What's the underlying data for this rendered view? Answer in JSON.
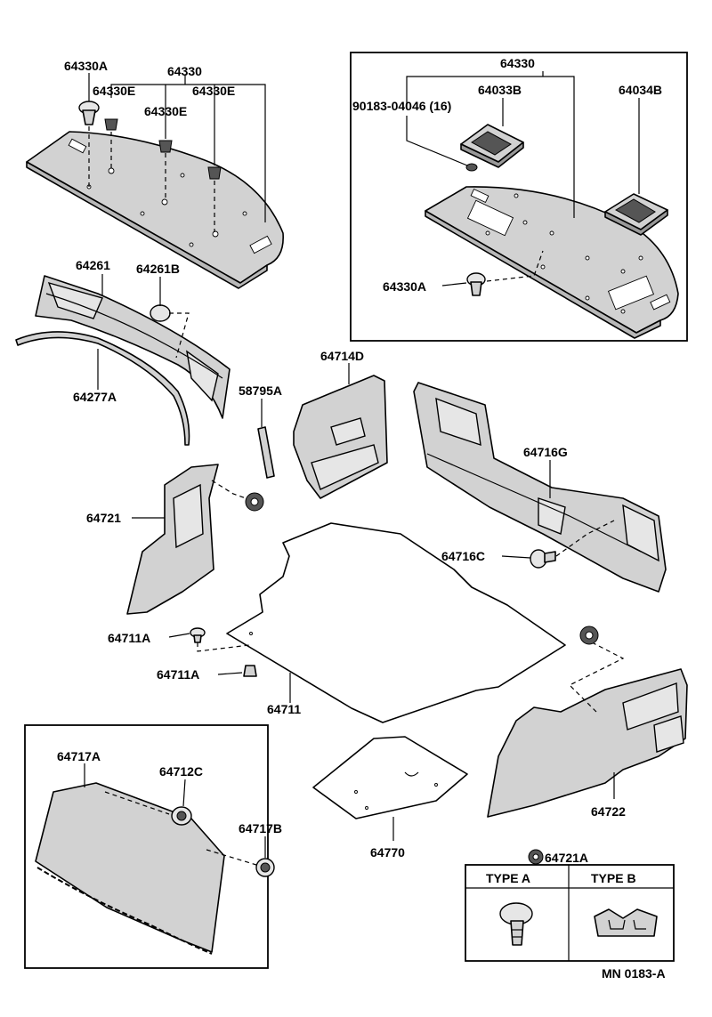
{
  "labels": {
    "l_64330A_top": "64330A",
    "l_64330_top": "64330",
    "l_64330E_a": "64330E",
    "l_64330E_b": "64330E",
    "l_64330E_c": "64330E",
    "l_64330_box": "64330",
    "l_90183": "90183-04046 (16)",
    "l_64033B": "64033B",
    "l_64034B": "64034B",
    "l_64330A_box": "64330A",
    "l_64261": "64261",
    "l_64261B": "64261B",
    "l_64277A": "64277A",
    "l_64714D": "64714D",
    "l_58795A": "58795A",
    "l_64716G": "64716G",
    "l_64721": "64721",
    "l_64716C": "64716C",
    "l_64711A_a": "64711A",
    "l_64711A_b": "64711A",
    "l_64711": "64711",
    "l_64722": "64722",
    "l_64717A": "64717A",
    "l_64712C": "64712C",
    "l_64717B": "64717B",
    "l_64770": "64770",
    "l_64721A": "64721A"
  },
  "legend_table": {
    "type_a": "TYPE  A",
    "type_b": "TYPE  B"
  },
  "drawing_code": "MN 0183-A"
}
